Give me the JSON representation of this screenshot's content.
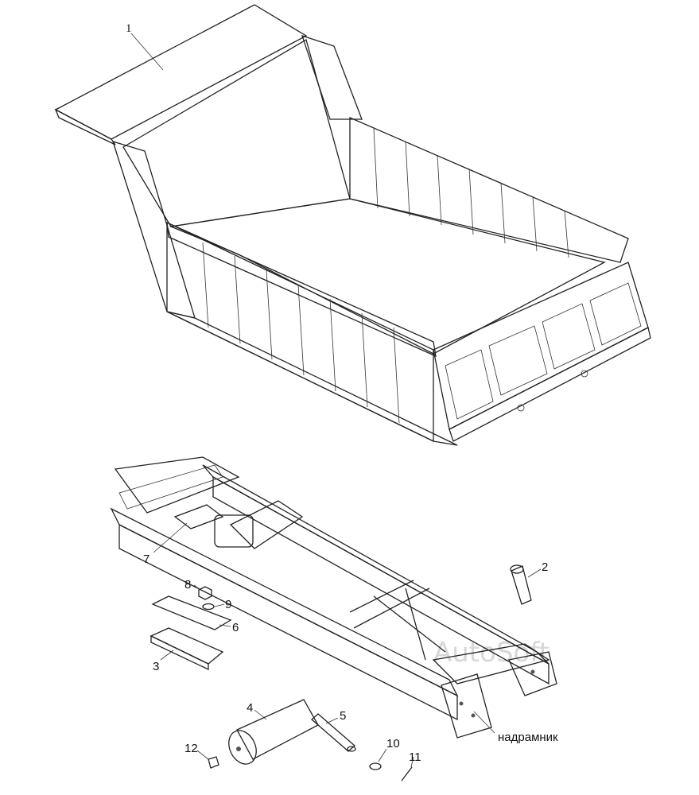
{
  "diagram": {
    "callouts": {
      "c1": "1",
      "c2": "2",
      "c3": "3",
      "c4": "4",
      "c5": "5",
      "c6": "6",
      "c7": "7",
      "c8": "8",
      "c9": "9",
      "c10": "10",
      "c11": "11",
      "c12": "12",
      "subframe": "надрамник"
    },
    "watermark": "AutoSoft",
    "colors": {
      "outline": "#222222",
      "panel_light": "#eeeeee",
      "panel_mid": "#d9d9d9",
      "panel_dark": "#9a9a9a",
      "frame_steel": "#dcdcdc"
    }
  }
}
